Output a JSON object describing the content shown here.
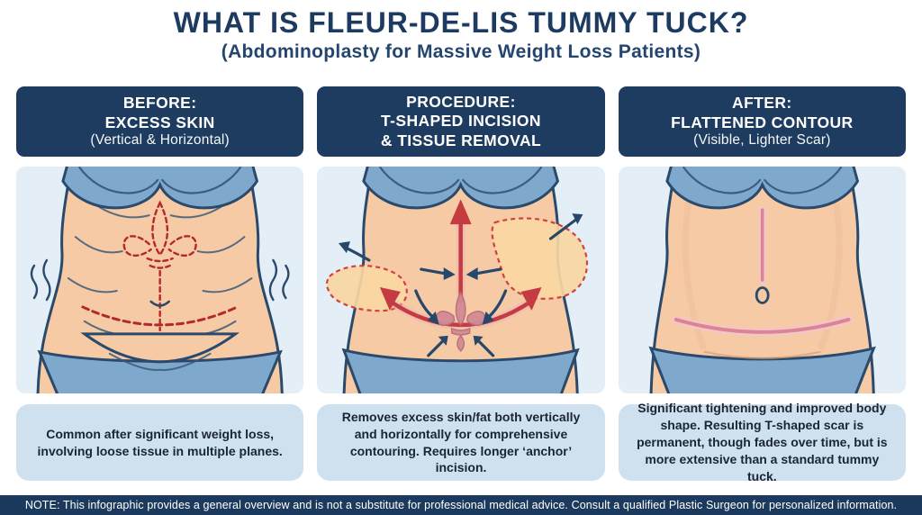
{
  "title": "WHAT IS FLEUR-DE-LIS TUMMY TUCK?",
  "subtitle": "(Abdominoplasty for Massive Weight Loss Patients)",
  "columns": [
    {
      "id": "before",
      "header_lines": [
        "BEFORE:",
        "EXCESS SKIN",
        "(Vertical & Horizontal)"
      ],
      "illustration": "sagging-abdomen-with-dashed-fleur-de-lis-markings",
      "description": "Common after significant weight loss, involving loose tissue in multiple planes."
    },
    {
      "id": "procedure",
      "header_lines": [
        "PROCEDURE:",
        "T-SHAPED INCISION",
        "& TISSUE REMOVAL"
      ],
      "illustration": "abdomen-with-t-shaped-incision-arrows-and-tissue-removal-flaps",
      "description": "Removes excess skin/fat both vertically and horizontally for comprehensive contouring. Requires longer ‘anchor’ incision."
    },
    {
      "id": "after",
      "header_lines": [
        "AFTER:",
        "FLATTENED CONTOUR",
        "(Visible, Lighter Scar)"
      ],
      "illustration": "flattened-abdomen-with-t-shaped-scar",
      "description": "Significant tightening and improved body shape. Resulting T-shaped scar is permanent, though fades over time, but is more extensive than a standard tummy tuck."
    }
  ],
  "footer_note": "NOTE: This infographic provides a general overview and is not a substitute for professional medical advice. Consult a qualified Plastic Surgeon for personalized information.",
  "colors": {
    "accent_navy": "#1d3c60",
    "outline_navy": "#2b4a6b",
    "panel_blue": "#e3eef7",
    "box_blue": "#cfe1ee",
    "garment_blue": "#7fa8cd",
    "skin": "#f6caa4",
    "marking_red": "#b3282d",
    "incision_red": "#c43b42",
    "flap_orange": "#f8d7a2",
    "scar_pink": "#db8492"
  }
}
